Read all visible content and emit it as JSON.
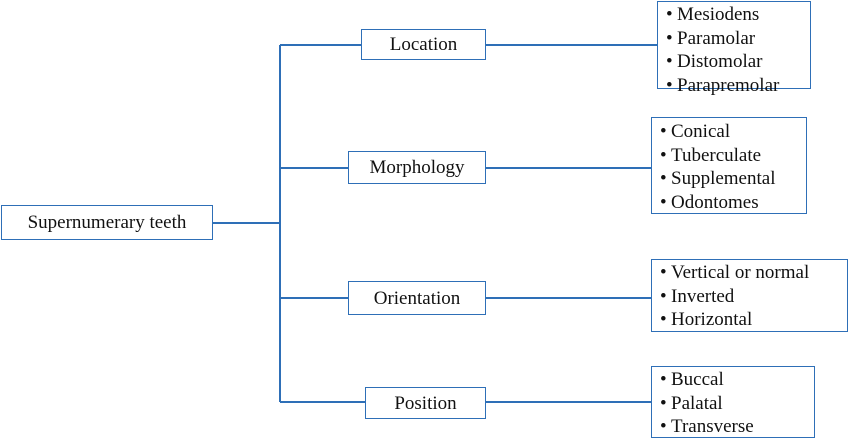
{
  "diagram": {
    "root": {
      "label": "Supernumerary teeth"
    },
    "branches": [
      {
        "label": "Location",
        "items": [
          "Mesiodens",
          "Paramolar",
          "Distomolar",
          "Parapremolar"
        ]
      },
      {
        "label": "Morphology",
        "items": [
          "Conical",
          "Tuberculate",
          "Supplemental",
          "Odontomes"
        ]
      },
      {
        "label": "Orientation",
        "items": [
          "Vertical or normal",
          "Inverted",
          "Horizontal"
        ]
      },
      {
        "label": "Position",
        "items": [
          "Buccal",
          "Palatal",
          "Transverse"
        ]
      }
    ],
    "bullet": "•",
    "colors": {
      "border": "#2e6fb7",
      "connector": "#2e6fb7",
      "text": "#111111",
      "background": "#ffffff"
    }
  }
}
